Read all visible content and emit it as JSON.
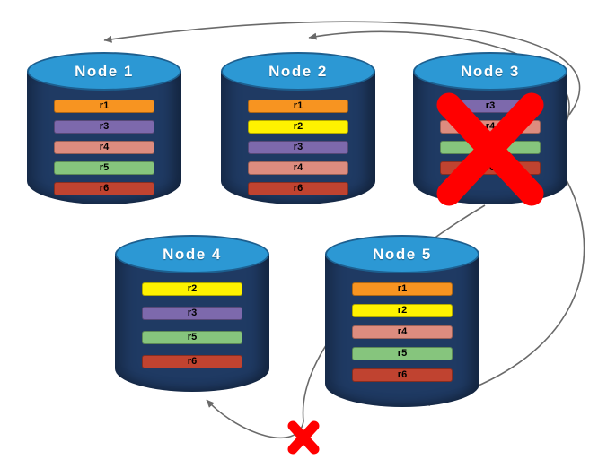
{
  "diagram": {
    "nodes": [
      {
        "id": "node-1",
        "title": "Node 1",
        "failed": false,
        "replicas": [
          "r1",
          "r3",
          "r4",
          "r5",
          "r6"
        ]
      },
      {
        "id": "node-2",
        "title": "Node 2",
        "failed": false,
        "replicas": [
          "r1",
          "r2",
          "r3",
          "r4",
          "r6"
        ]
      },
      {
        "id": "node-3",
        "title": "Node 3",
        "failed": true,
        "replicas": [
          "r3",
          "r4",
          "r5",
          "r6"
        ]
      },
      {
        "id": "node-4",
        "title": "Node 4",
        "failed": false,
        "replicas": [
          "r2",
          "r3",
          "r5",
          "r6"
        ]
      },
      {
        "id": "node-5",
        "title": "Node 5",
        "failed": false,
        "replicas": [
          "r1",
          "r2",
          "r4",
          "r5",
          "r6"
        ]
      }
    ],
    "replica_colors": {
      "r1": "#F79421",
      "r2": "#FEF200",
      "r3": "#7D69AC",
      "r4": "#DD8C7F",
      "r5": "#86C57D",
      "r6": "#C04330"
    },
    "cylinder": {
      "body_color": "#1F3A63",
      "top_color": "#2C98D4",
      "top_border_color": "#1D5F8F",
      "title_color": "#FFFFFF"
    },
    "arrow_color": "#6A6A6A",
    "failure_color": "#FF0000",
    "arrows": [
      {
        "from": "node-3",
        "to": "node-1",
        "failed": false
      },
      {
        "from": "node-3",
        "to": "node-2",
        "failed": false
      },
      {
        "from": "node-3",
        "to": "node-5",
        "failed": false
      },
      {
        "from": "node-5",
        "to": "node-4",
        "failed": true
      }
    ]
  }
}
